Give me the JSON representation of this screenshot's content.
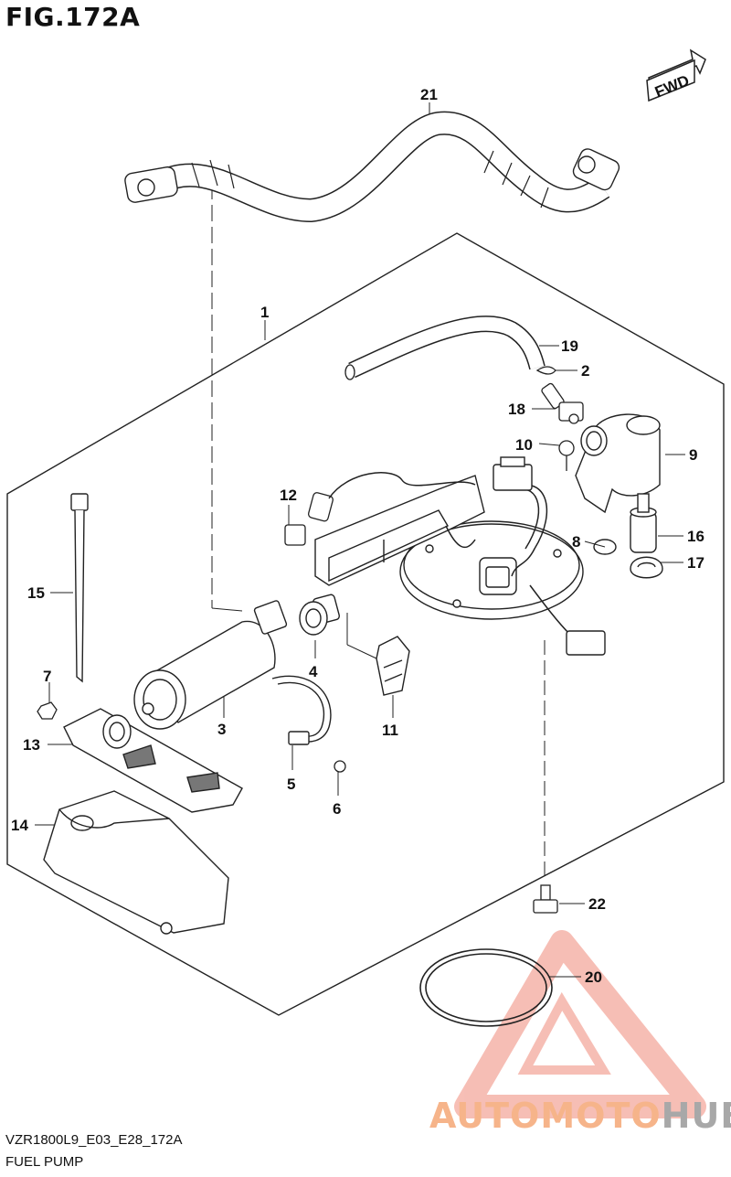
{
  "figure": {
    "title": "FIG.172A",
    "code": "VZR1800L9_E03_E28_172A",
    "caption": "FUEL PUMP"
  },
  "fwd_label": "FWD",
  "callouts": {
    "c1": "1",
    "c2": "2",
    "c3": "3",
    "c4": "4",
    "c5": "5",
    "c6": "6",
    "c7": "7",
    "c8": "8",
    "c9": "9",
    "c10": "10",
    "c11": "11",
    "c12": "12",
    "c13": "13",
    "c14": "14",
    "c15": "15",
    "c16": "16",
    "c17": "17",
    "c18": "18",
    "c19": "19",
    "c20": "20",
    "c21": "21",
    "c22": "22"
  },
  "watermark": {
    "part1": "AUTOMOTO",
    "part2": "HUB",
    "color_accent": "#f08a7a"
  }
}
